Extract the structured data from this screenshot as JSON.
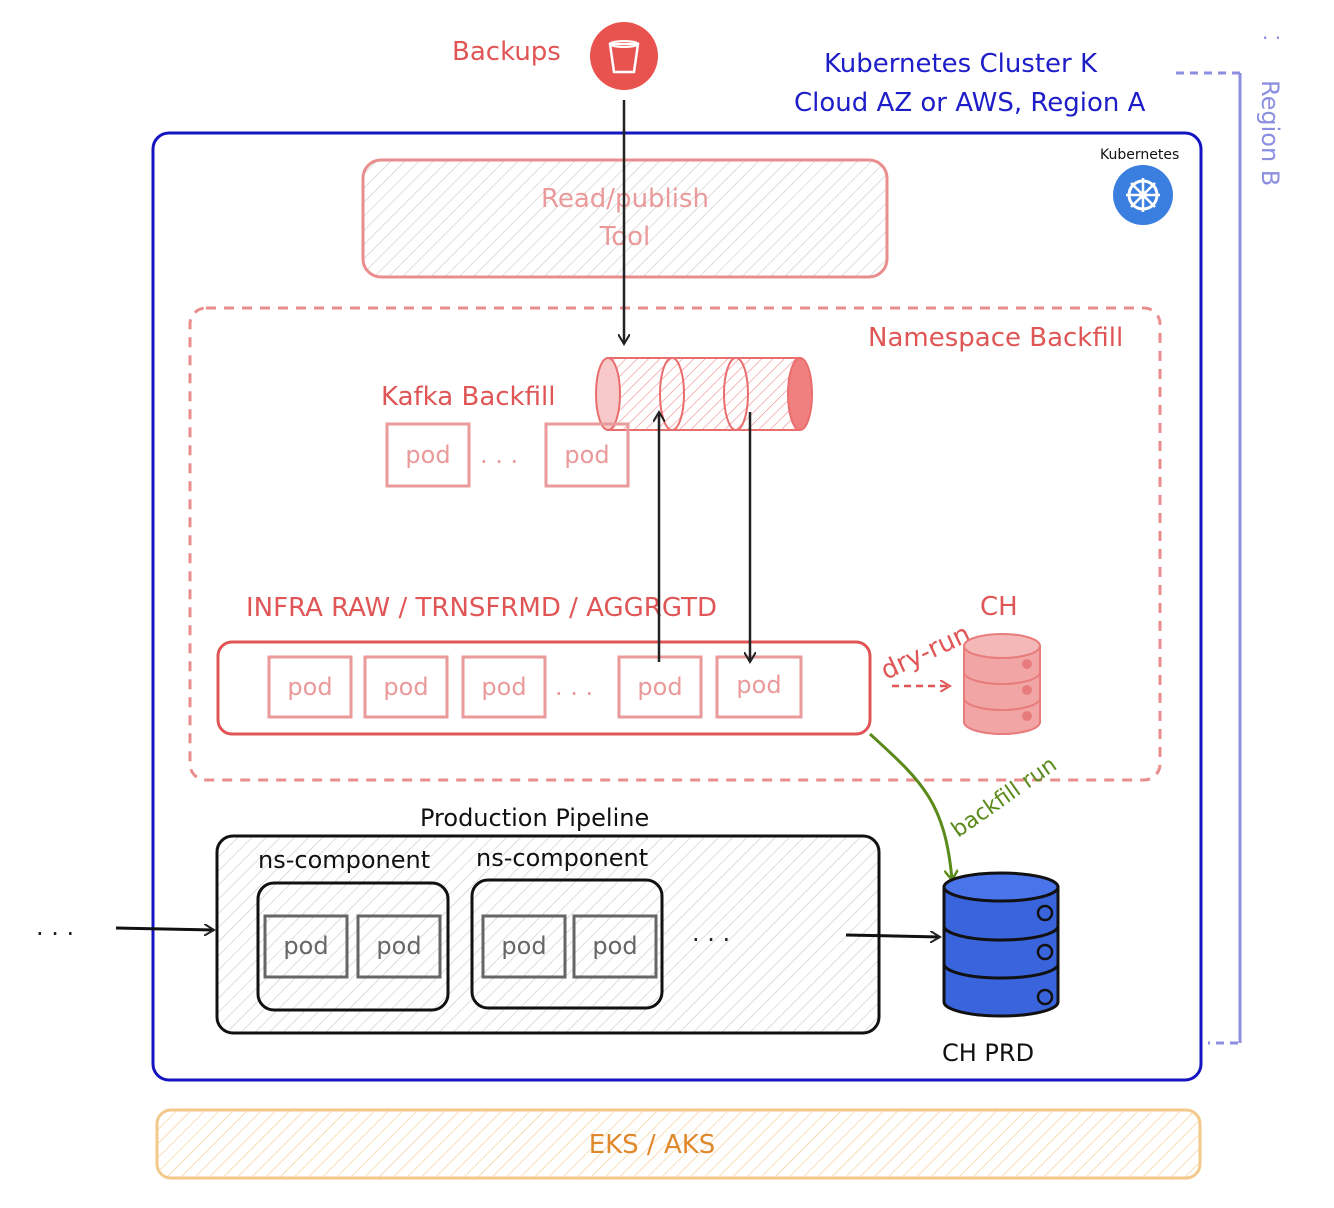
{
  "backups_label": "Backups",
  "cluster_title_line1": "Kubernetes Cluster K",
  "cluster_title_line2": "Cloud AZ or AWS, Region A",
  "region_b_label": "Region B",
  "kubernetes_badge": "Kubernetes",
  "tool_line1": "Read/publish",
  "tool_line2": "Tool",
  "namespace_label": "Namespace Backfill",
  "kafka_label": "Kafka Backfill",
  "pod_label": "pod",
  "ellipsis": ". . .",
  "infra_label": "INFRA RAW / TRNSFRMD / AGGRGTD",
  "dry_run_label": "dry-run",
  "ch_label": "CH",
  "backfill_run_label": "backfill run",
  "production_label": "Production Pipeline",
  "ns_component_label": "ns-component",
  "ch_prd_label": "CH PRD",
  "eks_label": "EKS / AKS",
  "colors": {
    "blue": "#1414c0",
    "red": "#e05555",
    "pink": "#ea9a9a",
    "green": "#5a8a1a",
    "orange": "#e0892c",
    "region": "#8c8fe0",
    "db_blue": "#3a64dc"
  }
}
